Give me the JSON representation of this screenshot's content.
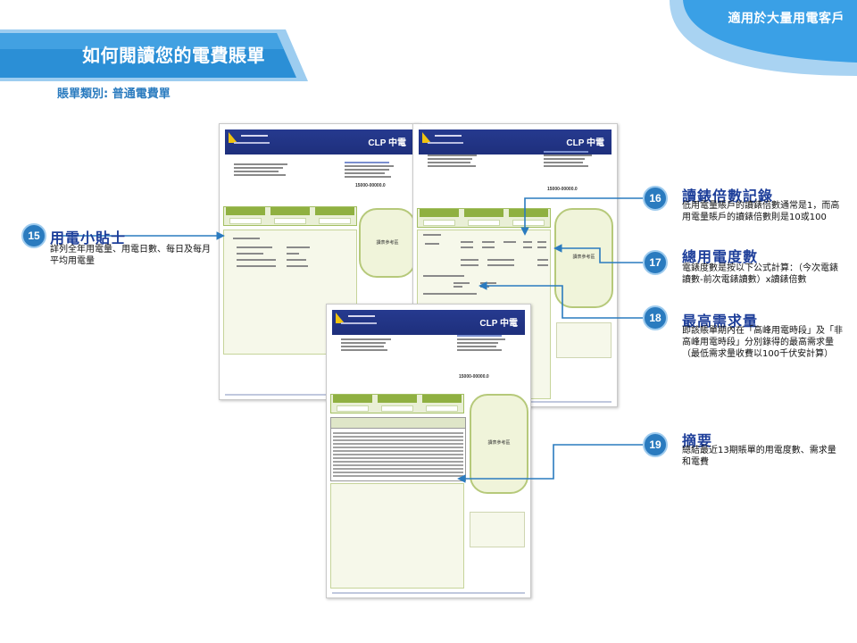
{
  "header": {
    "audience_label": "適用於大量用電客戶",
    "title": "如何閱讀您的電費賬單",
    "bill_type": "賬單類別: 普通電費單"
  },
  "colors": {
    "accent": "#2a7bbf",
    "title_blue": "#1e3f9a",
    "bill_green": "#8fb041",
    "bill_header": "#263a8f"
  },
  "bill": {
    "brand": "CLP 中電",
    "account_number": "15000-00000.0",
    "gauge_label": "讀表參考區"
  },
  "callouts": [
    {
      "number": "15",
      "title": "用電小貼士",
      "body": "詳列全年用電量、用電日數、每日及每月平均用電量"
    },
    {
      "number": "16",
      "title": "讀錶倍數記錄",
      "body": "低用電量賬戶的讀錶倍數通常是1，而高用電量賬戶的讀錶倍數則是10或100"
    },
    {
      "number": "17",
      "title": "總用電度數",
      "body": "電錶度數是按以下公式計算：（今次電錶讀數-前次電錶讀數）x讀錶倍數"
    },
    {
      "number": "18",
      "title": "最高需求量",
      "body": "即該賬單期內在「高峰用電時段」及「非高峰用電時段」分別錄得的最高需求量（最低需求量收費以100千伏安計算）"
    },
    {
      "number": "19",
      "title": "摘要",
      "body": "總結最近13期賬單的用電度數、需求量和電費"
    }
  ]
}
